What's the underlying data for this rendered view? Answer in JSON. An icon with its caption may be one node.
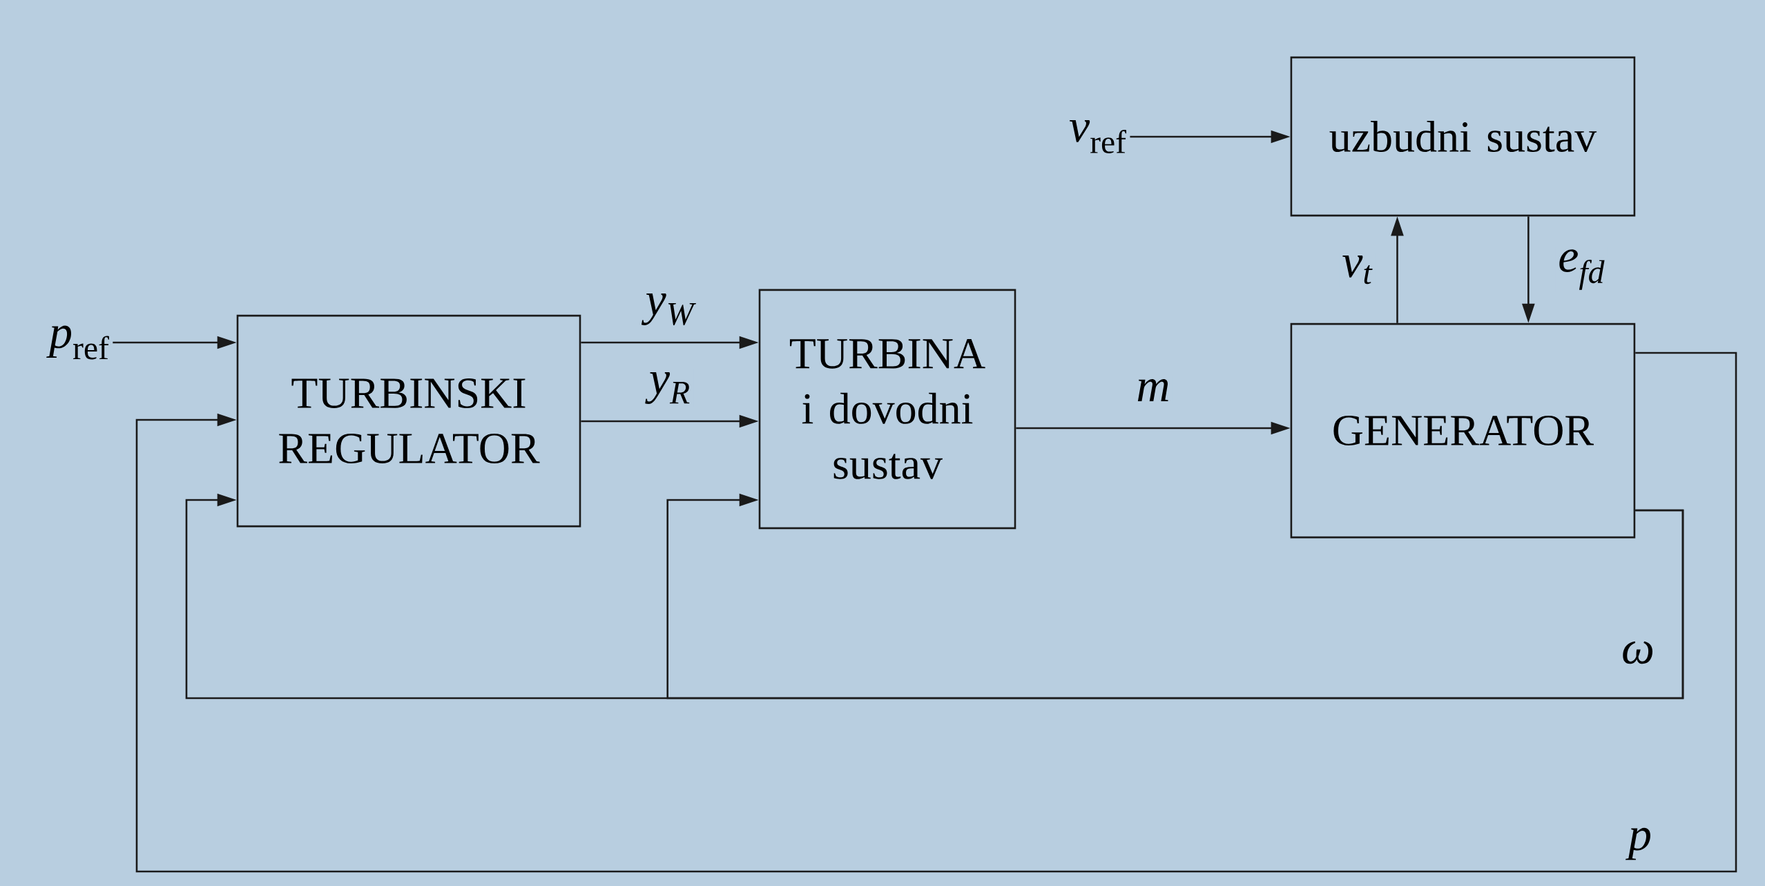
{
  "diagram": {
    "nodes": [
      {
        "text": [
          "*p*$_{ref}$"
        ]
      },
      {
        "text": [
          "TURBINSKI REGULATOR"
        ]
      },
      {
        "text": [
          "TURBINA i dovodni sustav"
        ]
      },
      {
        "text": [
          "*v*$_{ref}$"
        ]
      },
      {
        "text": [
          "uzbudni sustav"
        ]
      },
      {
        "text": [
          "GENERATOR"
        ]
      }
    ],
    "edges": [
      {
        "from": 0,
        "to": 1,
        "arrow": "to"
      },
      {
        "from": 1,
        "to": 2,
        "arrow": "to",
        "label": "*y*$_{W}$"
      },
      {
        "from": 1,
        "to": 2,
        "arrow": "to",
        "label": "*y*$_{R}$"
      },
      {
        "from": 2,
        "to": 5,
        "arrow": "to",
        "label": "m"
      },
      {
        "from": 3,
        "to": 4,
        "arrow": "to"
      },
      {
        "from": 5,
        "to": 4,
        "arrow": "to",
        "label": "*v*$_{t}$"
      },
      {
        "from": 4,
        "to": 5,
        "arrow": "to",
        "label": "*e*$_{fd}$"
      },
      {
        "from": 5,
        "to": 1,
        "arrow": "to",
        "label": "ω"
      },
      {
        "from": 5,
        "to": 2,
        "arrow": "to"
      },
      {
        "from": 5,
        "to": 1,
        "arrow": "to",
        "label": "p"
      }
    ]
  }
}
